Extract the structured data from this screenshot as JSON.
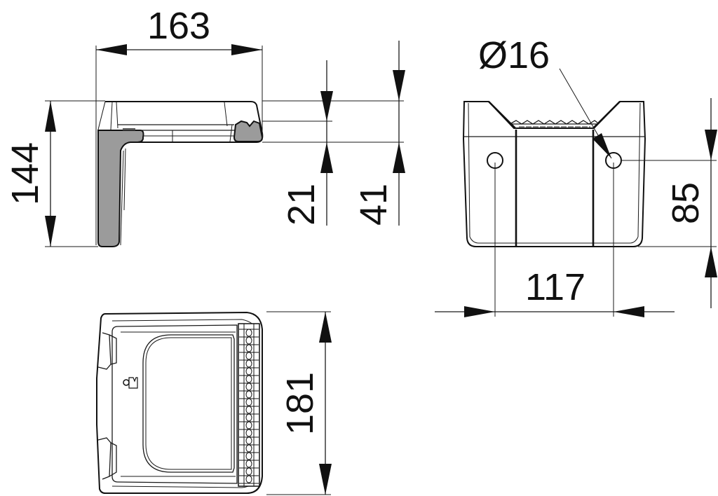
{
  "drawing": {
    "title": "Technical drawing of a bracket/holder with dimensions",
    "units": "mm",
    "colors": {
      "line": "#111111",
      "section_fill": "#9b9b9b",
      "background": "#ffffff"
    },
    "views": {
      "side_view": {
        "dimensions": {
          "width": "163",
          "height": "144",
          "inner_height": "21",
          "outer_height": "41"
        }
      },
      "front_view": {
        "dimensions": {
          "hole_diameter": "Ø16",
          "hole_spacing": "117",
          "hole_height": "85"
        }
      },
      "top_view": {
        "dimensions": {
          "depth": "181"
        }
      }
    }
  }
}
